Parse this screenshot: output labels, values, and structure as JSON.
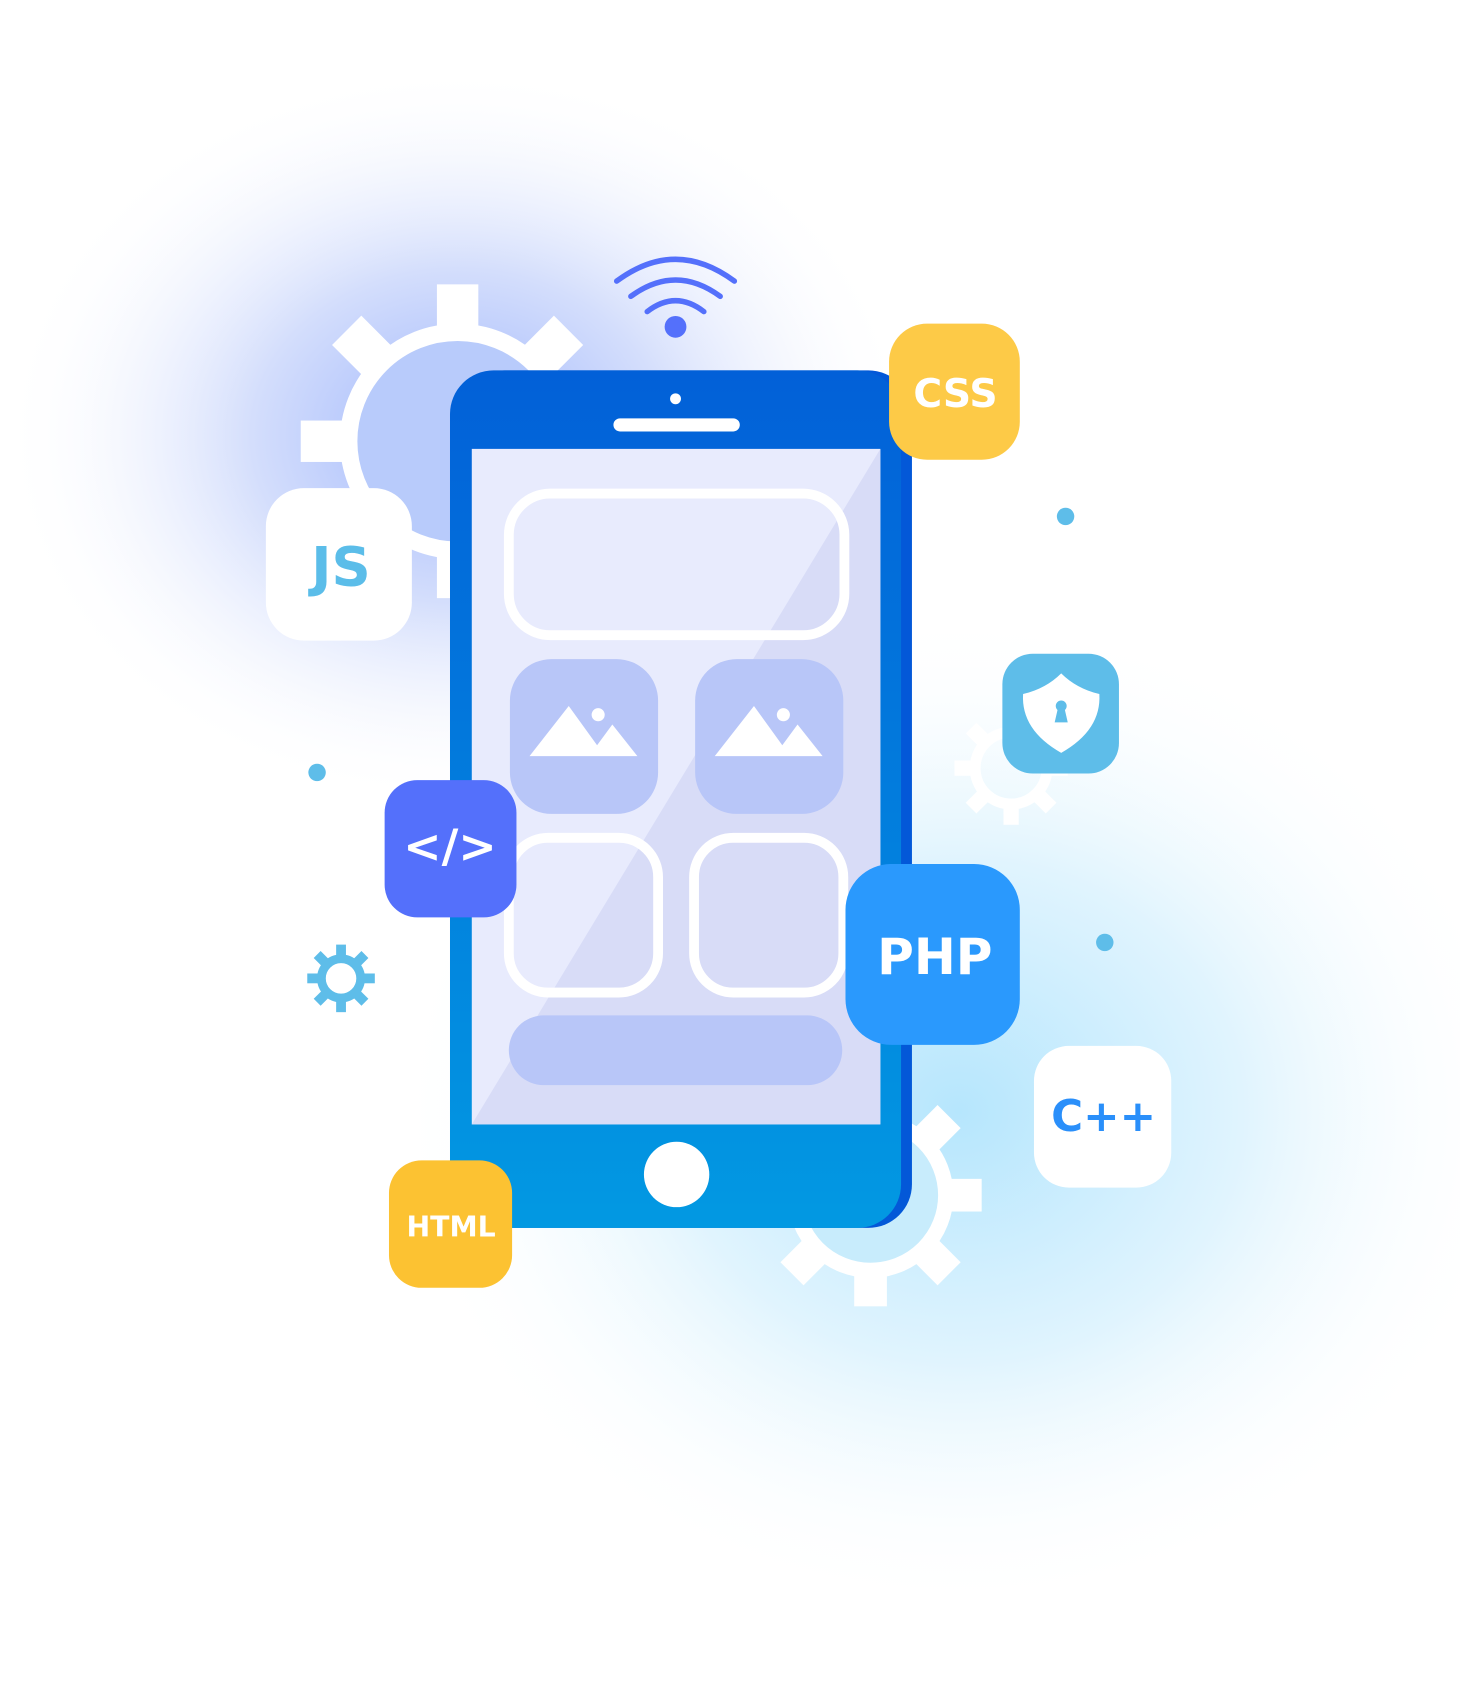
{
  "badges": {
    "js": "JS",
    "css": "CSS",
    "code": "</>",
    "php": "PHP",
    "cpp": "C++",
    "html": "HTML"
  },
  "colors": {
    "phone_top": "#0260d8",
    "phone_bottom": "#0299e2",
    "screen": "#e8ebfd",
    "screen_shade": "#d8dcf7",
    "tile": "#b8c6f8",
    "js_text": "#5bbde9",
    "css_bg": "#fdca47",
    "shield_bg": "#5ebde9",
    "code_bg": "#5470fb",
    "php_bg": "#2a99fd",
    "cpp_text": "#2a8ffa",
    "html_bg": "#fcc232",
    "wifi": "#5470fb"
  }
}
